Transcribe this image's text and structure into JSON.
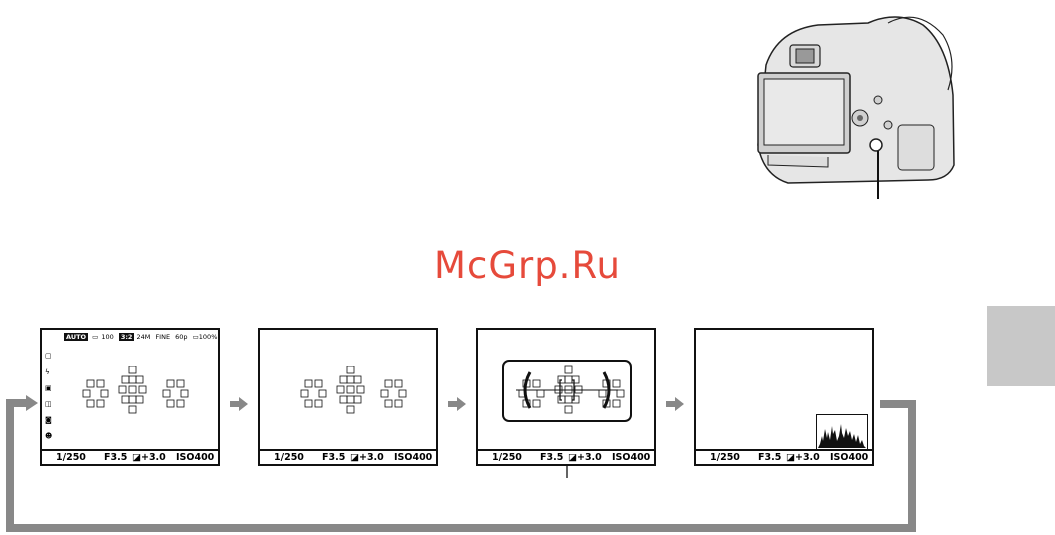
{
  "watermark": "McGrp.Ru",
  "screens": [
    {
      "status": {
        "shutter": "1/250",
        "fnumber": "F3.5",
        "ev": "+3.0",
        "iso": "ISO400"
      },
      "topbar": {
        "mode": "AUTO",
        "shots": "100",
        "aspect": "3:2",
        "size": "24M",
        "quality": "FINE",
        "movie": "60p",
        "battery": "100%"
      },
      "left_icons": [
        "single-shot-icon",
        "flash-icon",
        "af-s-icon",
        "dro-icon",
        "face-detect-icon",
        "smile-shutter-icon"
      ]
    },
    {
      "status": {
        "shutter": "1/250",
        "fnumber": "F3.5",
        "ev": "+3.0",
        "iso": "ISO400"
      }
    },
    {
      "status": {
        "shutter": "1/250",
        "fnumber": "F3.5",
        "ev": "+3.0",
        "iso": "ISO400"
      }
    },
    {
      "status": {
        "shutter": "1/250",
        "fnumber": "F3.5",
        "ev": "+3.0",
        "iso": "ISO400"
      },
      "has_histogram": true
    }
  ],
  "colors": {
    "watermark": "#e64a3b",
    "flow_arrow": "#888888",
    "side_tab": "#c8c8c8"
  }
}
